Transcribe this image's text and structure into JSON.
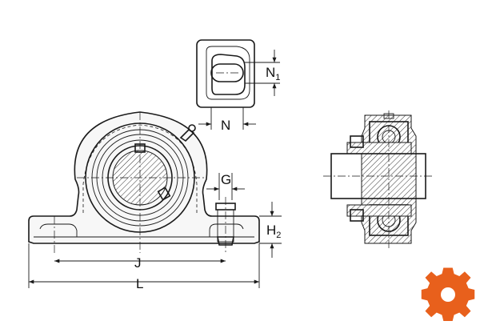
{
  "labels": {
    "n1_main": "N",
    "n1_sub": "1",
    "n": "N",
    "g": "G",
    "h2_main": "H",
    "h2_sub": "2",
    "j": "J",
    "l": "L"
  },
  "colors": {
    "line": "#1a1a1a",
    "logo": "#e8601c"
  },
  "icons": {
    "logo": "gear-icon"
  }
}
